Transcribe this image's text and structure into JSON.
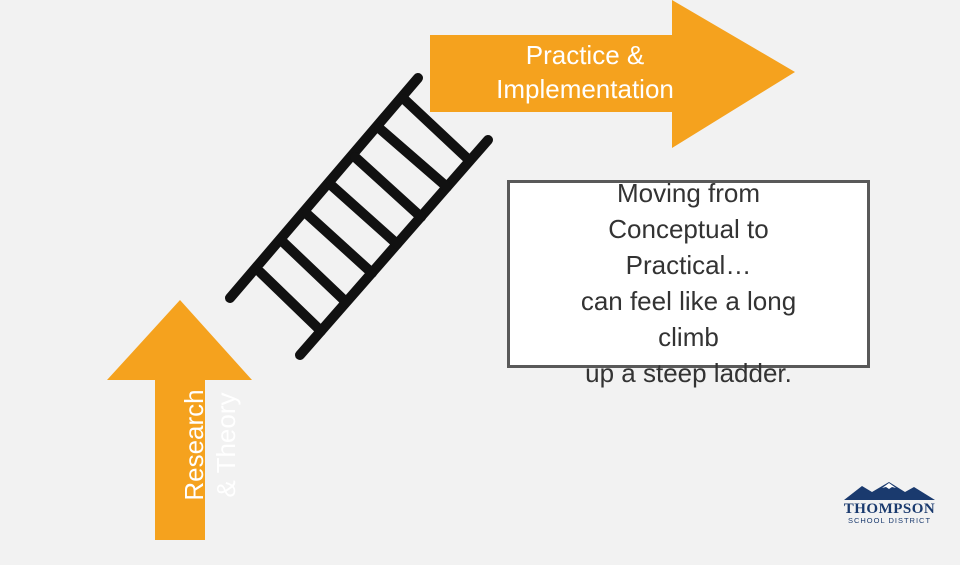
{
  "colors": {
    "arrow": "#f5a21e",
    "ladder": "#111111",
    "box_border": "#595959",
    "logo": "#1a3a6e"
  },
  "arrow_top": {
    "label": "Practice & Implementation",
    "lines": [
      "Practice &",
      "Implementation"
    ]
  },
  "arrow_left": {
    "label": "Research & Theory",
    "lines": [
      "Research",
      "& Theory"
    ]
  },
  "quote": {
    "lines": [
      "Moving from",
      "Conceptual to",
      "Practical…",
      "can feel like a long",
      "climb",
      "up a steep ladder."
    ]
  },
  "logo": {
    "name": "THOMPSON",
    "subtitle": "SCHOOL DISTRICT",
    "icon": "mountain-icon"
  }
}
